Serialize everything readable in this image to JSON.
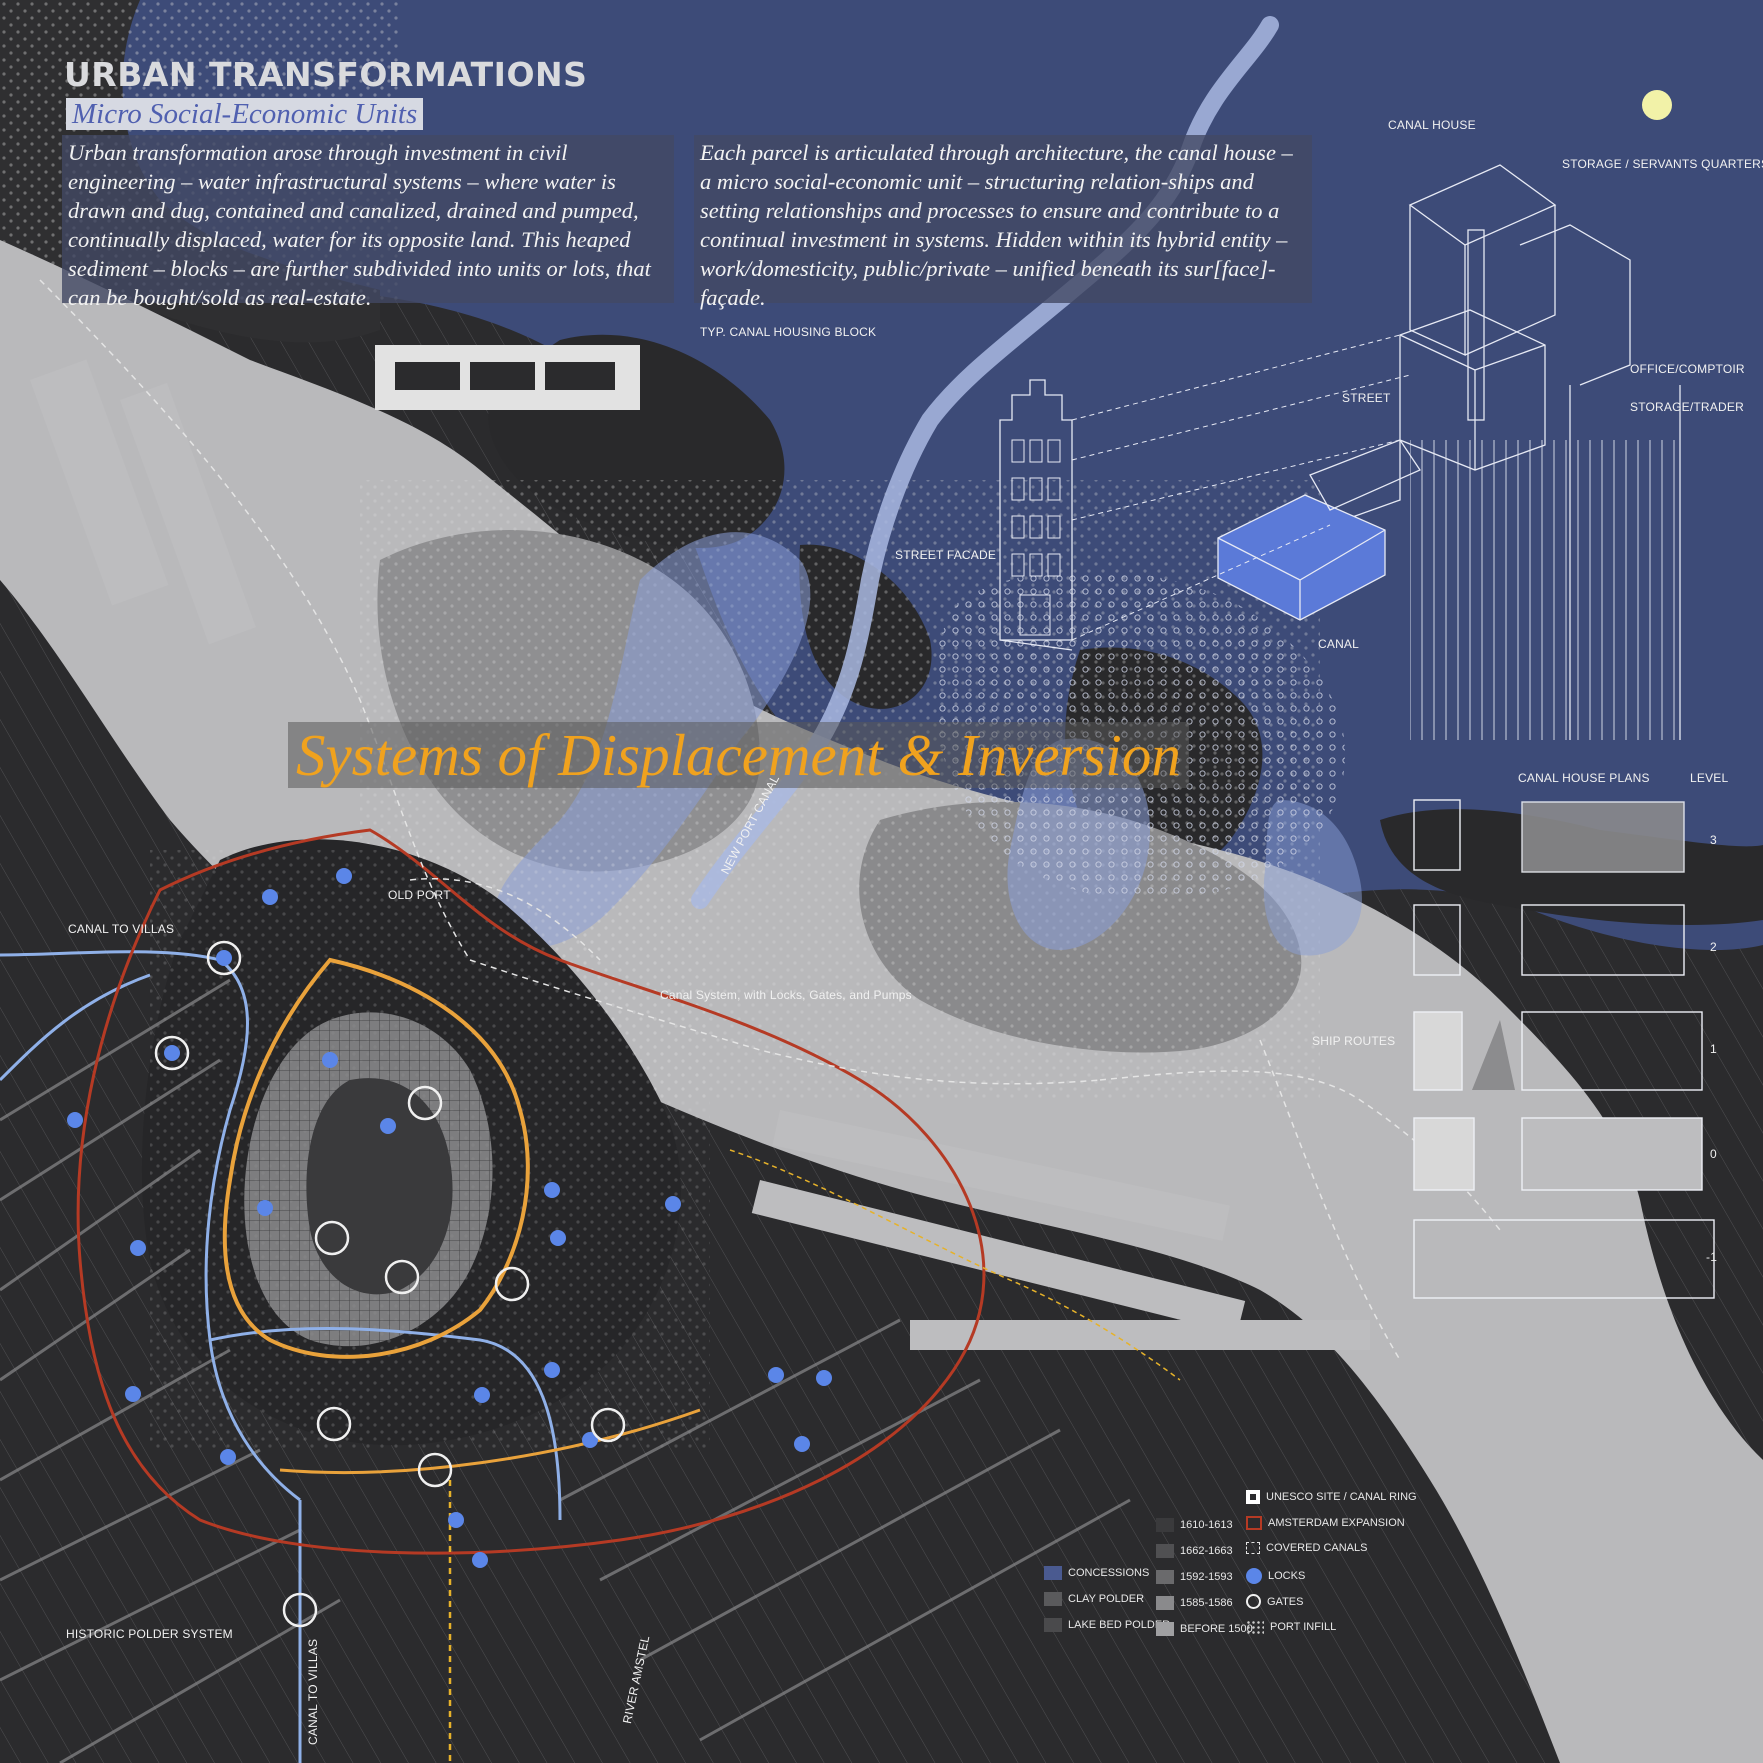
{
  "header": {
    "title": "URBAN TRANSFORMATIONS",
    "subtitle": "Micro Social-Economic  Units"
  },
  "paragraphs": {
    "left": "Urban transformation arose through investment in civil engineering – water infrastructural systems – where water is drawn and dug, contained and canalized, drained and pumped, continually displaced, water for its opposite land. This heaped sediment – blocks – are further subdivided into units or lots, that can be bought/sold as real-estate.",
    "right": "Each parcel is articulated through architecture, the canal house – a micro social-economic unit – structuring relation-ships and setting relationships and processes to ensure and contribute to a continual investment in systems. Hidden within its hybrid entity – work/domesticity, public/private – unified beneath its sur[face]-façade."
  },
  "headline": "Systems of Displacement & Inversion",
  "map_labels": {
    "typ_block": "TYP. CANAL HOUSING BLOCK",
    "canal_to_villas_top": "CANAL TO VILLAS",
    "old_port": "OLD PORT",
    "new_port_canal": "NEW PORT CANAL",
    "canal_system": "Canal System, with Locks, Gates, and Pumps",
    "ship_routes": "SHIP ROUTES",
    "historic_polder": "HISTORIC POLDER SYSTEM",
    "canal_to_villas_bottom": "CANAL TO VILLAS",
    "river_amstel": "RIVER AMSTEL"
  },
  "house": {
    "canal_house": "CANAL HOUSE",
    "storage_servants": "STORAGE / SERVANTS QUARTERS",
    "office": "OFFICE/COMPTOIR",
    "storage_trader": "STORAGE/TRADER",
    "street": "STREET",
    "street_facade": "STREET FACADE",
    "canal": "CANAL"
  },
  "plans": {
    "title": "CANAL HOUSE PLANS",
    "level_label": "LEVEL",
    "levels": [
      "3",
      "2",
      "1",
      "0",
      "-1"
    ]
  },
  "legend": {
    "col1": [
      {
        "label": "CONCESSIONS",
        "color": "#4a5a90"
      },
      {
        "label": "CLAY POLDER",
        "color": "#5a5a5c"
      },
      {
        "label": "LAKE BED POLDER",
        "color": "#4a4a4c"
      }
    ],
    "col2": [
      {
        "label": "1610-1613",
        "color": "#3a3a3c"
      },
      {
        "label": "1662-1663",
        "color": "#505052"
      },
      {
        "label": "1592-1593",
        "color": "#6a6a6c"
      },
      {
        "label": "1585-1586",
        "color": "#8a8a8c"
      },
      {
        "label": "BEFORE 1500",
        "color": "#a0a0a2"
      }
    ],
    "col3": [
      {
        "label": "UNESCO SITE / CANAL RING"
      },
      {
        "label": "AMSTERDAM EXPANSION"
      },
      {
        "label": "COVERED CANALS"
      },
      {
        "label": "LOCKS"
      },
      {
        "label": "GATES"
      },
      {
        "label": "PORT INFILL"
      }
    ]
  },
  "colors": {
    "sea": "#3d4b78",
    "water": "#bdbdbf",
    "land_dark": "#2b2b2d",
    "accent_orange": "#f0a21e",
    "lock_blue": "#5b86e8",
    "expansion_red": "#b53a24"
  }
}
